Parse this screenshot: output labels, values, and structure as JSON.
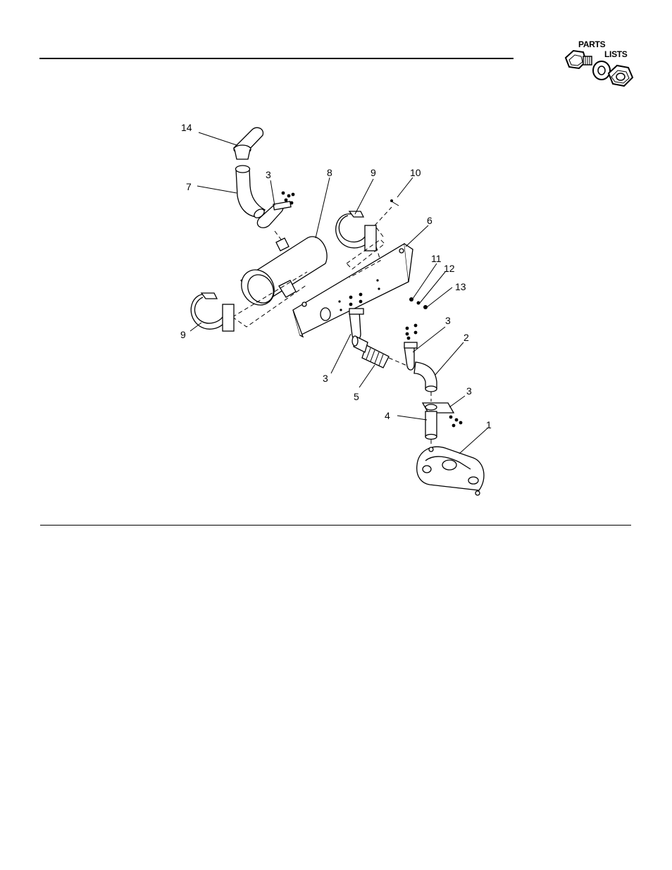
{
  "header": {
    "badge": {
      "line1": "PARTS",
      "line2": "LISTS",
      "icon": "bolt-washer-nut-icon"
    }
  },
  "diagram": {
    "callouts": [
      {
        "id": "14",
        "label": "14"
      },
      {
        "id": "7",
        "label": "7"
      },
      {
        "id": "3a",
        "label": "3"
      },
      {
        "id": "8",
        "label": "8"
      },
      {
        "id": "9a",
        "label": "9"
      },
      {
        "id": "10",
        "label": "10"
      },
      {
        "id": "6",
        "label": "6"
      },
      {
        "id": "11",
        "label": "11"
      },
      {
        "id": "12",
        "label": "12"
      },
      {
        "id": "13",
        "label": "13"
      },
      {
        "id": "9b",
        "label": "9"
      },
      {
        "id": "3b",
        "label": "3"
      },
      {
        "id": "5",
        "label": "5"
      },
      {
        "id": "3c",
        "label": "3"
      },
      {
        "id": "2",
        "label": "2"
      },
      {
        "id": "3d",
        "label": "3"
      },
      {
        "id": "4",
        "label": "4"
      },
      {
        "id": "1",
        "label": "1"
      }
    ]
  }
}
